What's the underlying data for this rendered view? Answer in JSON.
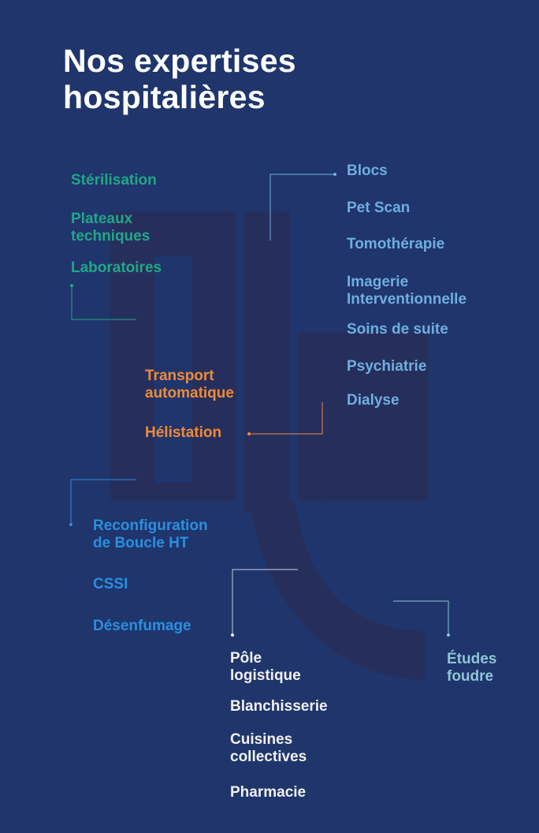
{
  "title": {
    "line1": "Nos expertises",
    "line2": "hospitalières"
  },
  "groups": {
    "green": [
      "Stérilisation",
      "Plateaux",
      "techniques",
      "Laboratoires"
    ],
    "lightblue": [
      "Blocs",
      "Pet Scan",
      "Tomothérapie",
      "Imagerie",
      "Interventionnelle",
      "Soins de suite",
      "Psychiatrie",
      "Dialyse"
    ],
    "orange": [
      "Transport",
      "automatique",
      "Hélistation"
    ],
    "blue": [
      "Reconfiguration",
      "de Boucle HT",
      "CSSI",
      "Désenfumage"
    ],
    "white": [
      "Pôle",
      "logistique",
      "Blanchisserie",
      "Cuisines",
      "collectives",
      "Pharmacie"
    ],
    "teal": [
      "Études",
      "foudre"
    ]
  },
  "colors": {
    "background": "#1f356c",
    "watermark": "#262f5c",
    "green": "#22a688",
    "lightblue": "#6faedf",
    "orange": "#ee8a3a",
    "blue": "#2a8fe0",
    "white": "#f1f1f1",
    "teal": "#8fc5d4"
  }
}
